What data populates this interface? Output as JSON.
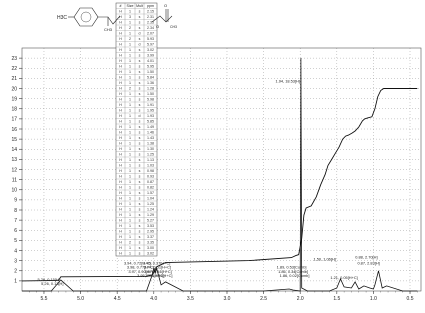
{
  "molecule": {
    "group_left": "H3C",
    "methyl_label": "CH3",
    "oxygen_label": "O",
    "carbonyl_label": "O",
    "carbonyl_methyl": "CH3"
  },
  "peak_table": {
    "headers": [
      "#",
      "Size",
      "Mult",
      "ppm"
    ],
    "rows": [
      [
        "H",
        "1",
        "s",
        "2.15"
      ],
      [
        "H",
        "3",
        "s",
        "2.31"
      ],
      [
        "H",
        "1",
        "s",
        "2.33"
      ],
      [
        "H",
        "2",
        "s",
        "2.34"
      ],
      [
        "H",
        "1",
        "d",
        "2.07"
      ],
      [
        "H",
        "2",
        "s",
        "5.93"
      ],
      [
        "H",
        "1",
        "d",
        "5.97"
      ],
      [
        "H",
        "1",
        "s",
        "3.02"
      ],
      [
        "H",
        "1",
        "s",
        "3.99"
      ],
      [
        "H",
        "1",
        "s",
        "4.01"
      ],
      [
        "H",
        "1",
        "s",
        "5.95"
      ],
      [
        "H",
        "1",
        "s",
        "1.50"
      ],
      [
        "H",
        "1",
        "s",
        "5.84"
      ],
      [
        "H",
        "1",
        "s",
        "1.36"
      ],
      [
        "H",
        "2",
        "s",
        "1.28"
      ],
      [
        "H",
        "1",
        "s",
        "1.50"
      ],
      [
        "H",
        "1",
        "s",
        "5.98"
      ],
      [
        "H",
        "1",
        "s",
        "1.91"
      ],
      [
        "H",
        "1",
        "s",
        "1.95"
      ],
      [
        "H",
        "1",
        "d",
        "1.93"
      ],
      [
        "H",
        "1",
        "s",
        "5.85"
      ],
      [
        "H",
        "1",
        "s",
        "1.49"
      ],
      [
        "H",
        "1",
        "s",
        "1.46"
      ],
      [
        "H",
        "1",
        "s",
        "1.43"
      ],
      [
        "H",
        "1",
        "s",
        "1.38"
      ],
      [
        "H",
        "1",
        "s",
        "1.30"
      ],
      [
        "H",
        "1",
        "s",
        "1.25"
      ],
      [
        "H",
        "1",
        "s",
        "1.13"
      ],
      [
        "H",
        "1",
        "s",
        "1.03"
      ],
      [
        "H",
        "1",
        "s",
        "0.98"
      ],
      [
        "H",
        "1",
        "s",
        "0.93"
      ],
      [
        "H",
        "1",
        "s",
        "0.87"
      ],
      [
        "H",
        "1",
        "s",
        "0.82"
      ],
      [
        "H",
        "1",
        "s",
        "1.57"
      ],
      [
        "H",
        "1",
        "s",
        "1.04"
      ],
      [
        "H",
        "1",
        "s",
        "1.25"
      ],
      [
        "H",
        "1",
        "s",
        "1.24"
      ],
      [
        "H",
        "1",
        "s",
        "1.29"
      ],
      [
        "H",
        "1",
        "s",
        "5.27"
      ],
      [
        "H",
        "1",
        "s",
        "3.53"
      ],
      [
        "H",
        "1",
        "s",
        "2.95"
      ],
      [
        "H",
        "1",
        "s",
        "3.37"
      ],
      [
        "H",
        "2",
        "s",
        "3.35"
      ],
      [
        "H",
        "1",
        "s",
        "3.00"
      ],
      [
        "H",
        "1",
        "s",
        "3.02"
      ]
    ]
  },
  "chart_data": {
    "type": "line",
    "title": "",
    "xlabel": "",
    "ylabel": "",
    "x_ticks": [
      "5.5",
      "5.0",
      "4.5",
      "4.0",
      "3.5",
      "3.0",
      "2.5",
      "2.0",
      "1.5",
      "1.0",
      "0.5"
    ],
    "y_ticks": [
      "1",
      "2",
      "3",
      "4",
      "5",
      "6",
      "7",
      "8",
      "9",
      "10",
      "11",
      "12",
      "13",
      "14",
      "15",
      "16",
      "17",
      "18",
      "19",
      "20",
      "21",
      "22",
      "23"
    ],
    "xlim": [
      5.8,
      0.35
    ],
    "ylim": [
      0,
      24
    ],
    "grid": true,
    "series": [
      {
        "x": [
          5.8,
          5.3,
          5.27,
          4.1,
          4.02,
          3.98,
          3.96,
          3.9,
          3.84,
          2.7,
          2.12,
          2.06,
          2.02,
          1.98,
          1.95,
          1.92,
          1.85,
          1.78,
          1.72,
          1.66,
          1.62,
          1.57,
          1.52,
          1.47,
          1.42,
          1.38,
          1.34,
          1.29,
          1.25,
          1.2,
          1.15,
          1.12,
          1.08,
          1.02,
          0.98,
          0.94,
          0.9,
          0.86,
          0.8,
          0.6,
          0.4
        ],
        "values": [
          1.0,
          1.05,
          1.4,
          1.45,
          1.6,
          2.1,
          2.4,
          2.6,
          2.8,
          3.0,
          3.3,
          3.5,
          3.6,
          5.2,
          7.5,
          8.2,
          8.4,
          9.3,
          10.5,
          11.5,
          12.4,
          13.0,
          13.6,
          14.2,
          15.0,
          15.3,
          15.4,
          15.6,
          15.8,
          16.2,
          16.8,
          17.0,
          17.1,
          17.2,
          18.0,
          19.2,
          19.8,
          20.0,
          20.0,
          20.0,
          20.0
        ]
      },
      {
        "x": [
          5.8,
          5.4,
          5.27,
          5.1,
          4.1,
          4.02,
          4.0,
          3.98,
          3.96,
          3.9,
          3.84,
          3.6,
          3.0,
          2.5,
          2.15,
          2.1,
          2.0,
          1.99,
          1.98,
          1.9,
          1.6,
          1.5,
          1.45,
          1.4,
          1.3,
          1.25,
          1.2,
          1.13,
          1.05,
          1.0,
          0.98,
          0.93,
          0.88,
          0.82,
          0.6,
          0.4
        ],
        "values": [
          0.0,
          0.0,
          1.1,
          0.0,
          0.0,
          1.6,
          2.3,
          1.8,
          2.2,
          0.6,
          0.9,
          0.0,
          0.0,
          0.0,
          0.2,
          0.1,
          0.0,
          23.0,
          0.3,
          0.0,
          0.0,
          0.3,
          1.2,
          0.4,
          0.3,
          0.9,
          0.2,
          0.5,
          0.3,
          0.2,
          0.6,
          2.0,
          0.3,
          0.5,
          0.0,
          0.0
        ]
      }
    ],
    "annotations": [
      {
        "x": 5.27,
        "y": 1.0,
        "text": "5.28, 0.15[H]"
      },
      {
        "x": 5.22,
        "y": 0.6,
        "text": "5.26, 0.13[H]"
      },
      {
        "x": 4.02,
        "y": 2.6,
        "text": "3.94, 0.72[H+C]"
      },
      {
        "x": 3.98,
        "y": 2.2,
        "text": "3.98, 0.77[H+C]"
      },
      {
        "x": 3.96,
        "y": 1.8,
        "text": "3.97, 0.90[H+C]"
      },
      {
        "x": 3.84,
        "y": 1.4,
        "text": "3.95, 0.84[H+C]"
      },
      {
        "x": 3.76,
        "y": 2.6,
        "text": "3.76, 0.37[H+C]"
      },
      {
        "x": 3.75,
        "y": 2.2,
        "text": "3.77, 0.51[H+C]"
      },
      {
        "x": 3.74,
        "y": 1.8,
        "text": "3.67, 0.46[H+C]"
      },
      {
        "x": 3.73,
        "y": 1.4,
        "text": "3.73, 0.30[H+C]"
      },
      {
        "x": 1.99,
        "y": 20.6,
        "text": "1.94, 18.53[H]"
      },
      {
        "x": 1.9,
        "y": 2.2,
        "text": "1.89, 0.53[Comb]"
      },
      {
        "x": 1.88,
        "y": 1.8,
        "text": "1.86, 0.34[Comb]"
      },
      {
        "x": 1.86,
        "y": 1.4,
        "text": "1.86, 0.02[Comb]"
      },
      {
        "x": 1.5,
        "y": 3.0,
        "text": "1.50, 1.06[H]"
      },
      {
        "x": 1.2,
        "y": 1.2,
        "text": "1.21, 0.05[H+C]"
      },
      {
        "x": 0.93,
        "y": 3.2,
        "text": "0.88, 2.70[H]"
      },
      {
        "x": 0.9,
        "y": 2.6,
        "text": "0.87, 2.83[H]"
      }
    ]
  }
}
